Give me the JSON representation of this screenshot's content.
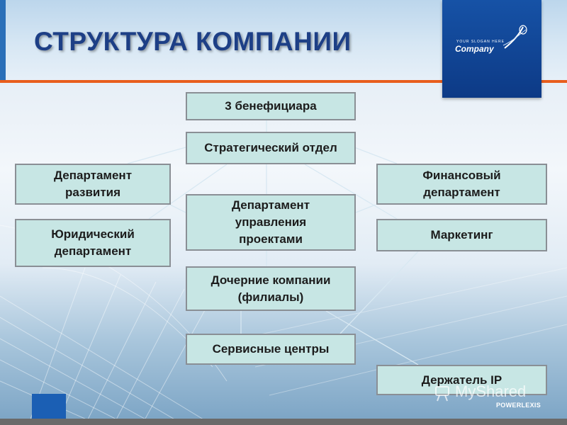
{
  "header": {
    "title": "СТРУКТУРА КОМПАНИИ",
    "logo_slogan": "YOUR SLOGAN HERE",
    "logo_word": "Company"
  },
  "diagram": {
    "nodes": {
      "beneficiaries": "3 бенефициара",
      "strategic": "Стратегический отдел",
      "development": "Департамент\nразвития",
      "financial": "Финансовый\nдепартамент",
      "projects": "Департамент\nуправления\nпроектами",
      "legal": "Юридический\nдепартамент",
      "marketing": "Маркетинг",
      "subsidiaries": "Дочерние компании\n(филиалы)",
      "service": "Сервисные центры",
      "ip_holder": "Держатель IP"
    }
  },
  "footer": {
    "watermark": "MyShared",
    "brand": "POWERLEXIS"
  },
  "colors": {
    "title": "#1d3f86",
    "accent_line": "#e85d1c",
    "box_fill": "#c7e6e4",
    "box_border": "#8a8f95",
    "logo_panel": "#1652a6"
  }
}
